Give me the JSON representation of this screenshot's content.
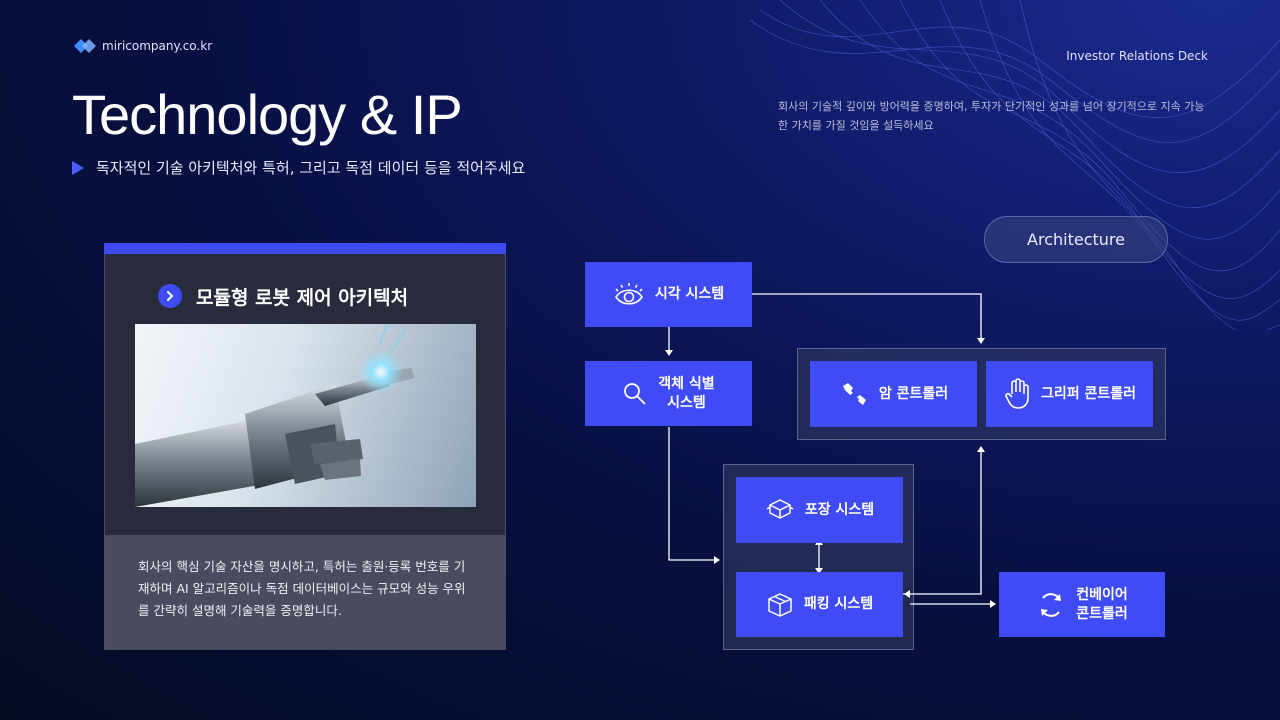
{
  "header": {
    "site": "miricompany.co.kr",
    "deck_label": "Investor Relations Deck",
    "title": "Technology & IP",
    "subtitle": "독자적인 기술 아키텍처와 특허, 그리고 독점 데이터 등을 적어주세요",
    "description": "회사의 기술적 깊이와 방어력을 증명하여, 투자가 단기적인 성과를 넘어 장기적으로 지속 가능한 가치를 가질 것임을 설득하세요"
  },
  "card": {
    "title": "모듈형 로봇 제어 아키텍처",
    "body": "회사의 핵심 기술 자산을 명시하고, 특허는 출원·등록 번호를 기재하며 AI 알고리즘이나 독점 데이터베이스는 규모와 성능 우위를 간략히 설명해 기술력을 증명합니다."
  },
  "diagram": {
    "badge": "Architecture",
    "nodes": {
      "vision": "시각 시스템",
      "object_id_line1": "객체 식별",
      "object_id_line2": "시스템",
      "arm": "암 콘트롤러",
      "gripper": "그리퍼 콘트롤러",
      "wrapping": "포장 시스템",
      "packing": "패킹 시스템",
      "conveyor_line1": "컨베이어",
      "conveyor_line2": "콘트롤러"
    },
    "icons": {
      "vision": "eye-icon",
      "object_id": "search-icon",
      "arm": "wrench-icon",
      "gripper": "hand-icon",
      "wrapping": "boxes-icon",
      "packing": "package-icon",
      "conveyor": "refresh-icon"
    }
  },
  "colors": {
    "accent": "#3f4cf6",
    "background": "#050a22"
  }
}
